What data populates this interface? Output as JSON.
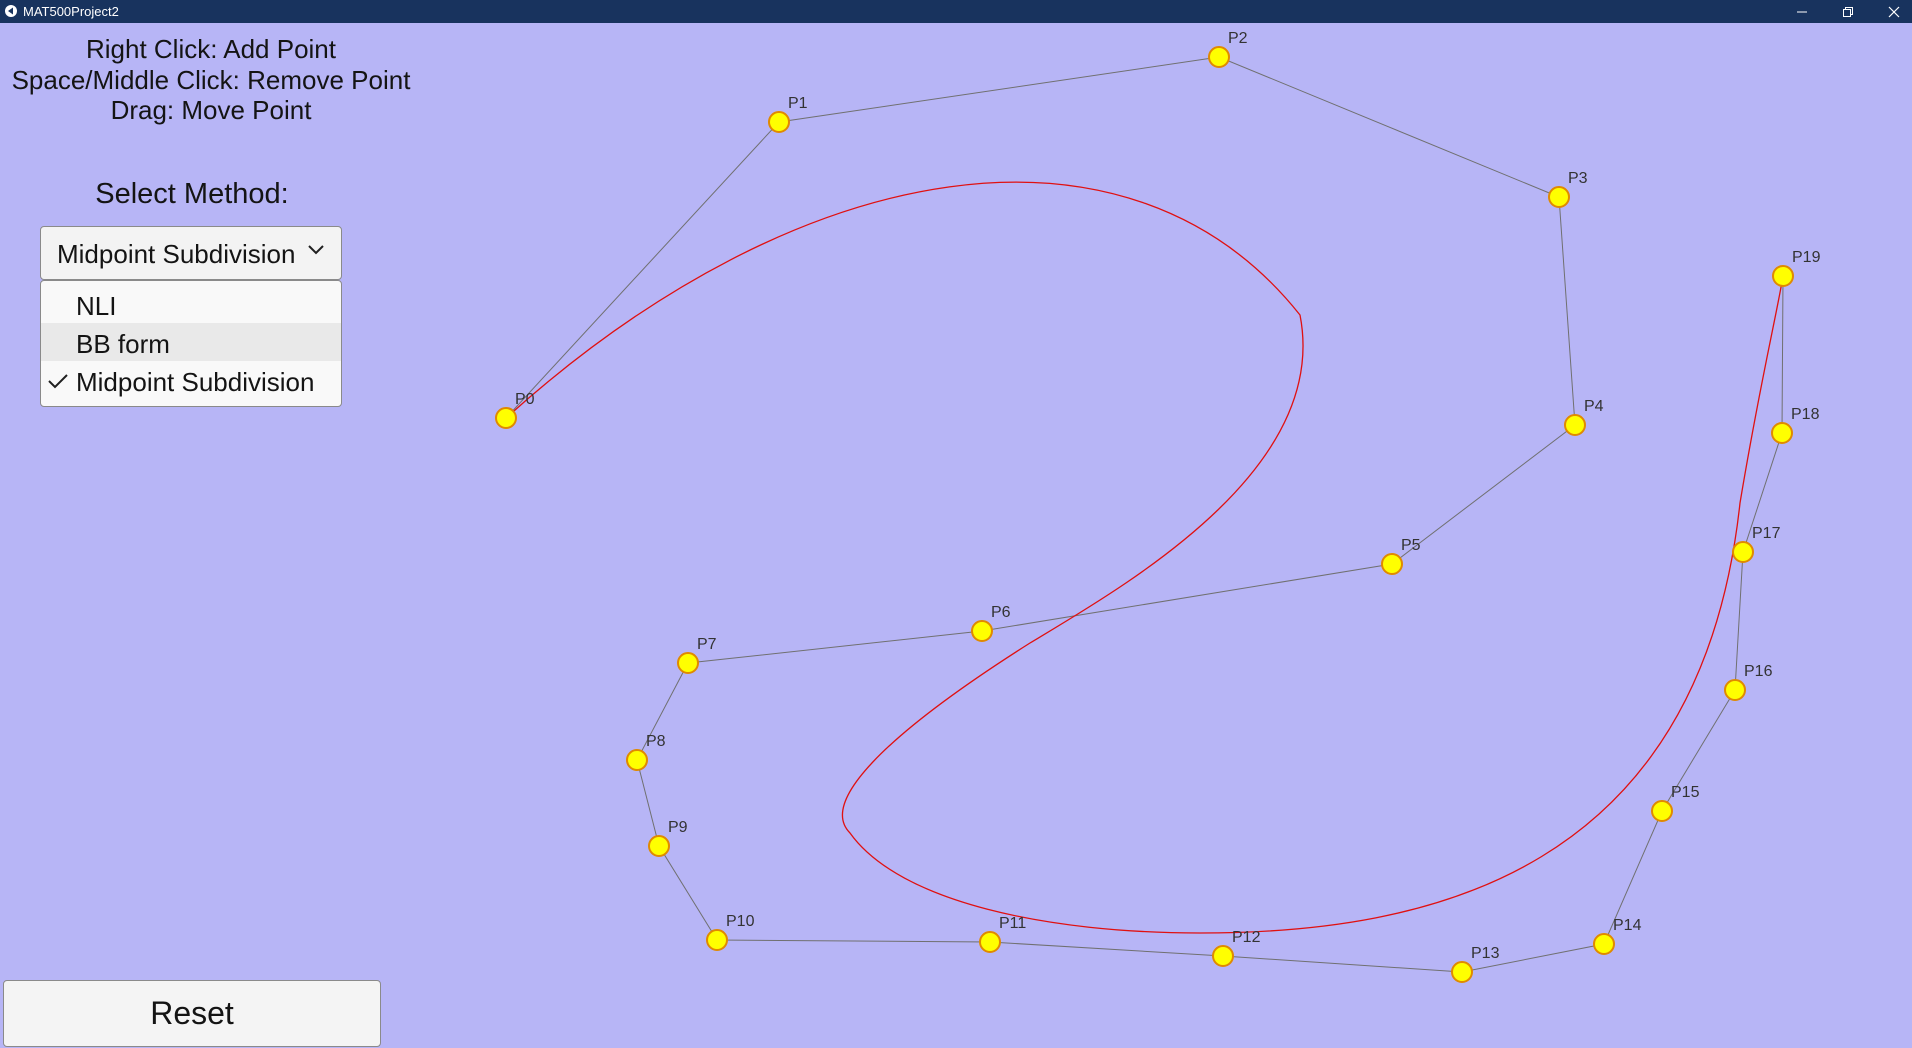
{
  "window": {
    "title": "MAT500Project2",
    "controls": [
      "minimize-icon",
      "restore-icon",
      "close-icon"
    ]
  },
  "instructions": [
    "Right Click: Add Point",
    "Space/Middle Click: Remove Point",
    "Drag: Move Point"
  ],
  "method": {
    "label": "Select Method:",
    "selected": "Midpoint Subdivision",
    "options": [
      "NLI",
      "BB form",
      "Midpoint Subdivision"
    ],
    "hovered_option": "BB form",
    "checked_option": "Midpoint Subdivision"
  },
  "control_points": [
    "P0",
    "P1",
    "P2",
    "P3",
    "P4",
    "P5",
    "P6",
    "P7",
    "P8",
    "P9",
    "P10",
    "P11",
    "P12",
    "P13",
    "P14",
    "P15",
    "P16",
    "P17",
    "P18",
    "P19"
  ],
  "colors": {
    "background": "#b7b5f6",
    "titlebar": "#18335e",
    "curve": "#e01010",
    "polygon": "#707070",
    "point_fill": "#ffff00",
    "point_stroke": "#e08a00"
  },
  "buttons": {
    "reset": "Reset"
  }
}
